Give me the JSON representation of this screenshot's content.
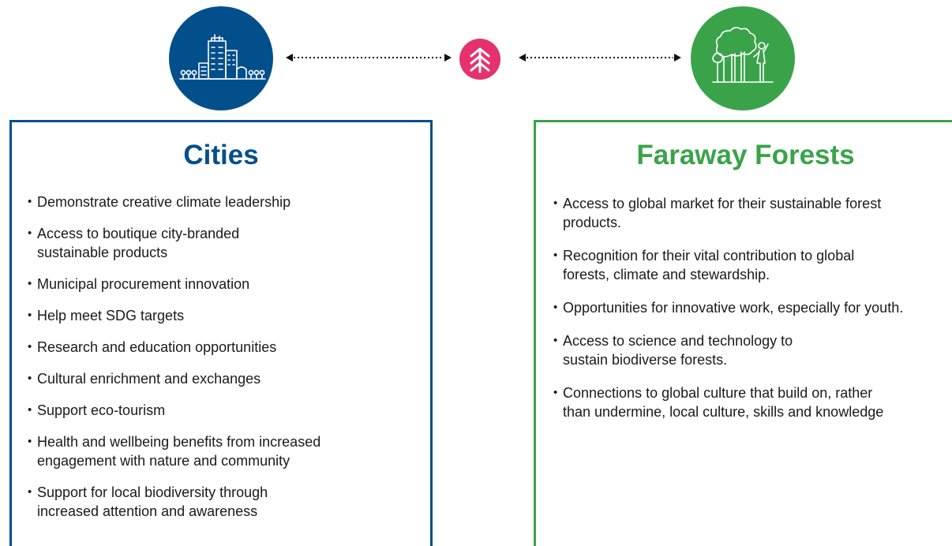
{
  "colors": {
    "cities": "#034f8b",
    "forests": "#3aa34a",
    "center": "#e5326f"
  },
  "icons": {
    "cities": "city-buildings-icon",
    "center": "arrow-tree-logo-icon",
    "forests": "trees-person-icon"
  },
  "cities": {
    "title": "Cities",
    "items": [
      "Demonstrate creative climate leadership",
      "Access to boutique city-branded sustainable products",
      "Municipal procurement innovation",
      "Help meet SDG targets",
      "Research and education opportunities",
      "Cultural enrichment and exchanges",
      "Support eco-tourism",
      "Health and wellbeing benefits from increased engagement with nature and community",
      "Support for local biodiversity through increased attention and awareness"
    ]
  },
  "forests": {
    "title": "Faraway Forests",
    "items": [
      "Access to global market for their sustainable forest products.",
      "Recognition for their vital contribution to global forests, climate and stewardship.",
      "Opportunities for innovative work, especially for youth.",
      "Access to science and technology to sustain biodiverse forests.",
      "Connections to global culture that build on, rather than undermine, local culture, skills and knowledge"
    ]
  }
}
